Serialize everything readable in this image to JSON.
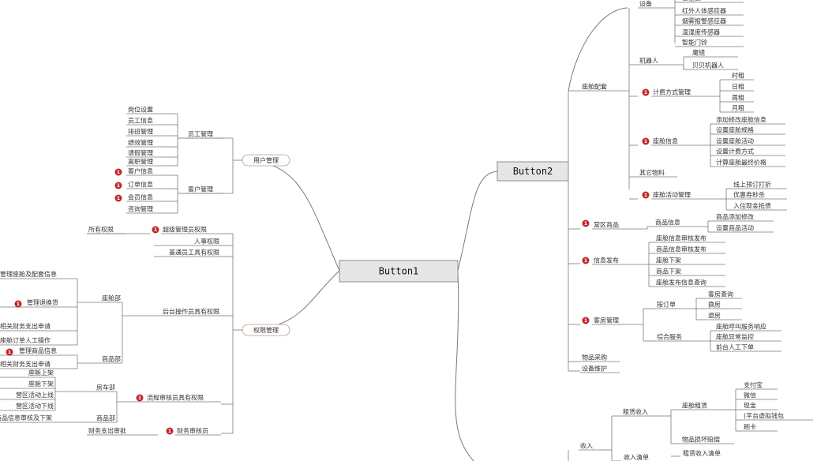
{
  "central": "Button1",
  "button2": "Button2",
  "badge": "1",
  "left": {
    "user_mgmt": "用户管理",
    "staff_mgmt": "员工管理",
    "staff_items": [
      "岗位设置",
      "员工信息",
      "排班管理",
      "绩效管理",
      "请假管理",
      "离职管理"
    ],
    "customer_mgmt": "客户管理",
    "customer_items": [
      "客户信息",
      "订单信息",
      "会员信息",
      "咨询管理"
    ],
    "perm_mgmt": "权限管理",
    "all_perm": "所有权限",
    "super_admin": "超级管理员权限",
    "hr_perm": "人事权限",
    "common_staff": "普通员工具有权限",
    "backend_ops": "后台操作员具有权限",
    "cabin_dept": "座舱部",
    "cabin_items": [
      "管理座舱及配套信息",
      "管理退换货",
      "相关财务支出申请",
      "座舱订单人工操作"
    ],
    "goods_dept": "商品部",
    "goods_items": [
      "管理商品信息",
      "相关财务支出申请"
    ],
    "flow_review": "流程审核员具有权限",
    "garage_dept": "房车部",
    "garage_items": [
      "座舱上架",
      "座舱下架",
      "营区活动上线",
      "营区活动下线"
    ],
    "goods_dept2": "商品部",
    "goods_review": "商品信息审核及下架",
    "finance_exp": "财务支出审批",
    "finance_reviewer": "财务审核员"
  },
  "right": {
    "cabin_config": "座舱配套",
    "device": "设备",
    "device_items": [
      "智能锁",
      "红外人体感应器",
      "烟雾报警感应器",
      "温湿度传感器",
      "智能门铃"
    ],
    "robot": "机器人",
    "robot_items": [
      "魔镜",
      "贝贝机器人"
    ],
    "billing": "计费方式管理",
    "billing_items": [
      "时租",
      "日租",
      "周租",
      "月租"
    ],
    "cabin_info": "座舱信息",
    "cabin_info_items": [
      "添加修改座舱信息",
      "设置座舱规格",
      "设置座舱活动",
      "设置计费方式",
      "计算座舱最终价格"
    ],
    "other": "其它物料",
    "cabin_activity": "座舱活动管理",
    "activity_items": [
      "线上预订打折",
      "优惠券秒杀",
      "入住现金抵债"
    ],
    "shop": "营区商品",
    "goods_info": "商品信息",
    "goods_info_items": [
      "商品添加修改",
      "设置商品活动"
    ],
    "info_pub": "信息发布",
    "info_pub_items": [
      "座舱信息审核发布",
      "商品信息审核发布",
      "座舱下架",
      "商品下架",
      "座舱发布信息查询"
    ],
    "customer_service": "客房管理",
    "order": "按订单",
    "order_items": [
      "客房查询",
      "换房",
      "退房"
    ],
    "overall": "综合服务",
    "overall_items": [
      "座舱呼叫服务响应",
      "座舱异常监控",
      "前台人工下单"
    ],
    "purchase": "物品采购",
    "maintenance": "设备维护",
    "income": "收入",
    "rent_income": "租赁收入",
    "cabin_rent": "座舱租赁",
    "payment_items": [
      "支付宝",
      "微信",
      "现金",
      "刷卡"
    ],
    "wallet": "(平台虚拟钱包",
    "goods_damage": "物品损坏赔偿",
    "income_list": "收入清单",
    "rent_income_list": "租赁收入清单"
  }
}
